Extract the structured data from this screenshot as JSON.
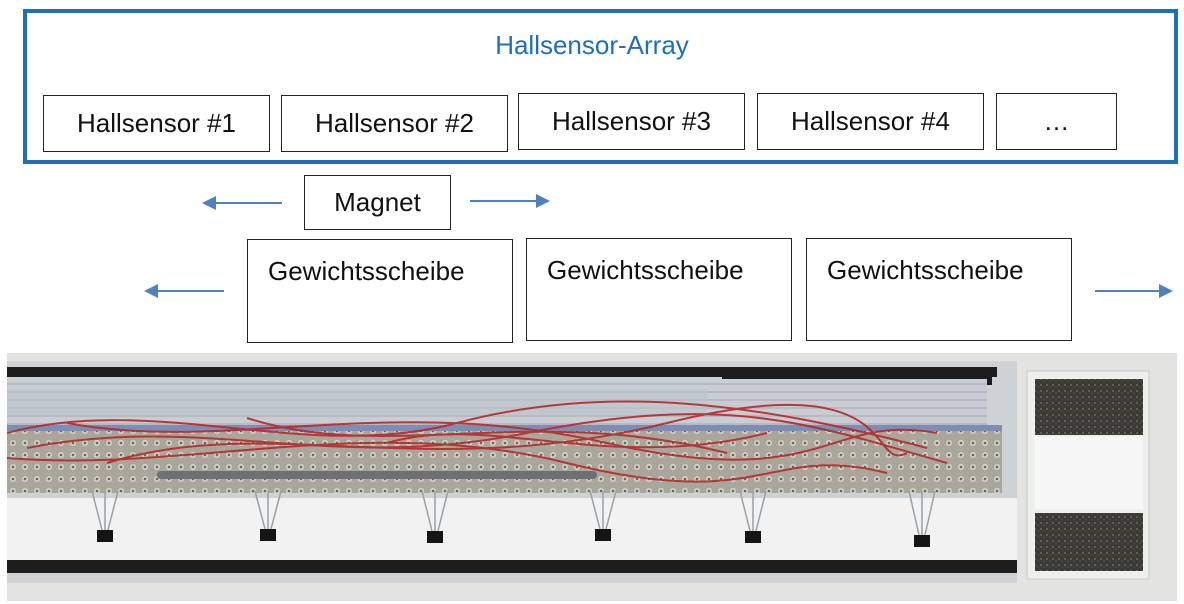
{
  "array": {
    "title": "Hallsensor-Array"
  },
  "sensors": [
    "Hallsensor #1",
    "Hallsensor #2",
    "Hallsensor #3",
    "Hallsensor #4",
    "…"
  ],
  "magnet": "Magnet",
  "discs": [
    "Gewichtsscheibe",
    "Gewichtsscheibe",
    "Gewichtsscheibe"
  ],
  "colors": {
    "accent": "#1f6fb7",
    "arrow": "#4f81bd"
  },
  "icons": {
    "arrow_left": "arrow-left-icon",
    "arrow_right": "arrow-right-icon"
  }
}
